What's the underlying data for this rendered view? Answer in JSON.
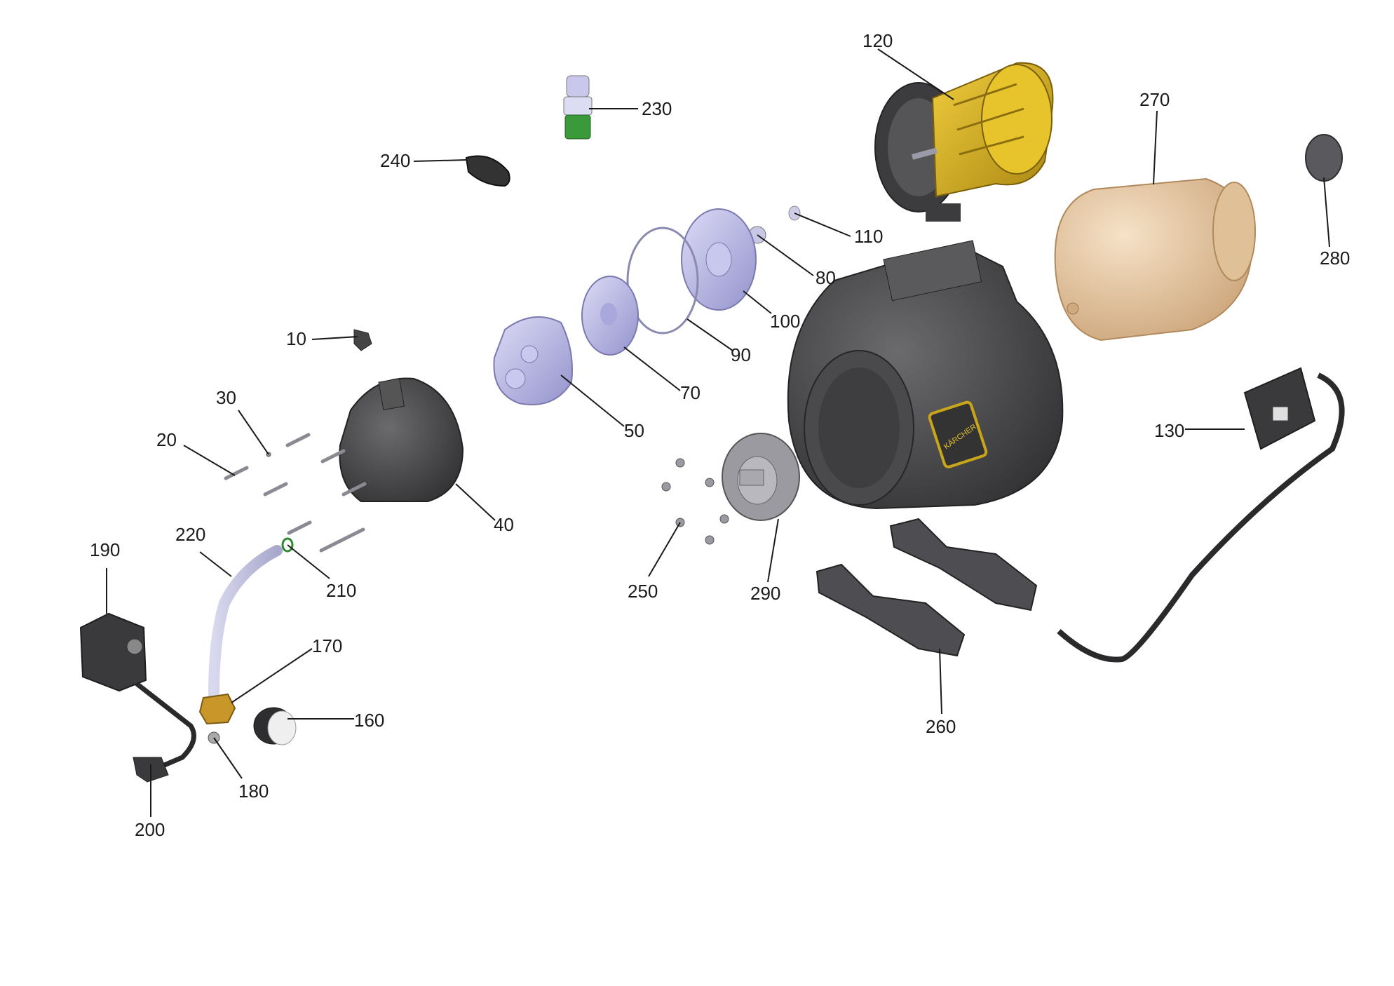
{
  "diagram": {
    "part_labels": [
      "10",
      "20",
      "30",
      "40",
      "50",
      "70",
      "80",
      "90",
      "100",
      "110",
      "120",
      "130",
      "160",
      "170",
      "180",
      "190",
      "200",
      "210",
      "220",
      "230",
      "240",
      "250",
      "260",
      "270",
      "280",
      "290"
    ],
    "brand_text": "KÄRCHER",
    "colors": {
      "housing": "#4a4a4c",
      "housing_light": "#6a6a6d",
      "motor_yellow": "#d9b21a",
      "tank_beige": "#e9cca8",
      "lavender": "#b8b7e6",
      "brass": "#c9962a",
      "valve_green": "#3a9a3a",
      "leader": "#1a1a1a"
    }
  }
}
